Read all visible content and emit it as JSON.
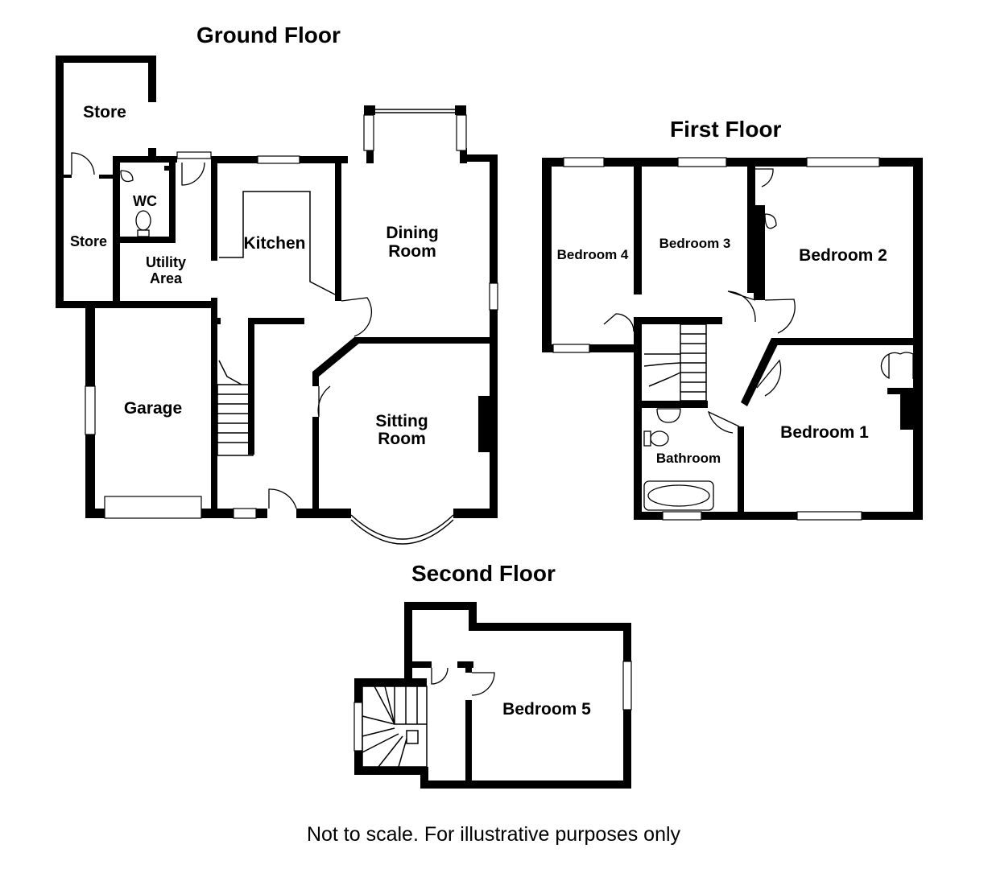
{
  "titles": {
    "ground": "Ground Floor",
    "first": "First Floor",
    "second": "Second Floor"
  },
  "ground_rooms": {
    "store_top": "Store",
    "store_bottom": "Store",
    "wc": "WC",
    "utility_line1": "Utility",
    "utility_line2": "Area",
    "kitchen": "Kitchen",
    "dining_line1": "Dining",
    "dining_line2": "Room",
    "garage": "Garage",
    "sitting_line1": "Sitting",
    "sitting_line2": "Room"
  },
  "first_rooms": {
    "bedroom4": "Bedroom 4",
    "bedroom3": "Bedroom 3",
    "bedroom2": "Bedroom 2",
    "bedroom1": "Bedroom 1",
    "bathroom": "Bathroom"
  },
  "second_rooms": {
    "bedroom5": "Bedroom 5"
  },
  "footer": {
    "note": "Not to scale. For illustrative purposes only"
  }
}
